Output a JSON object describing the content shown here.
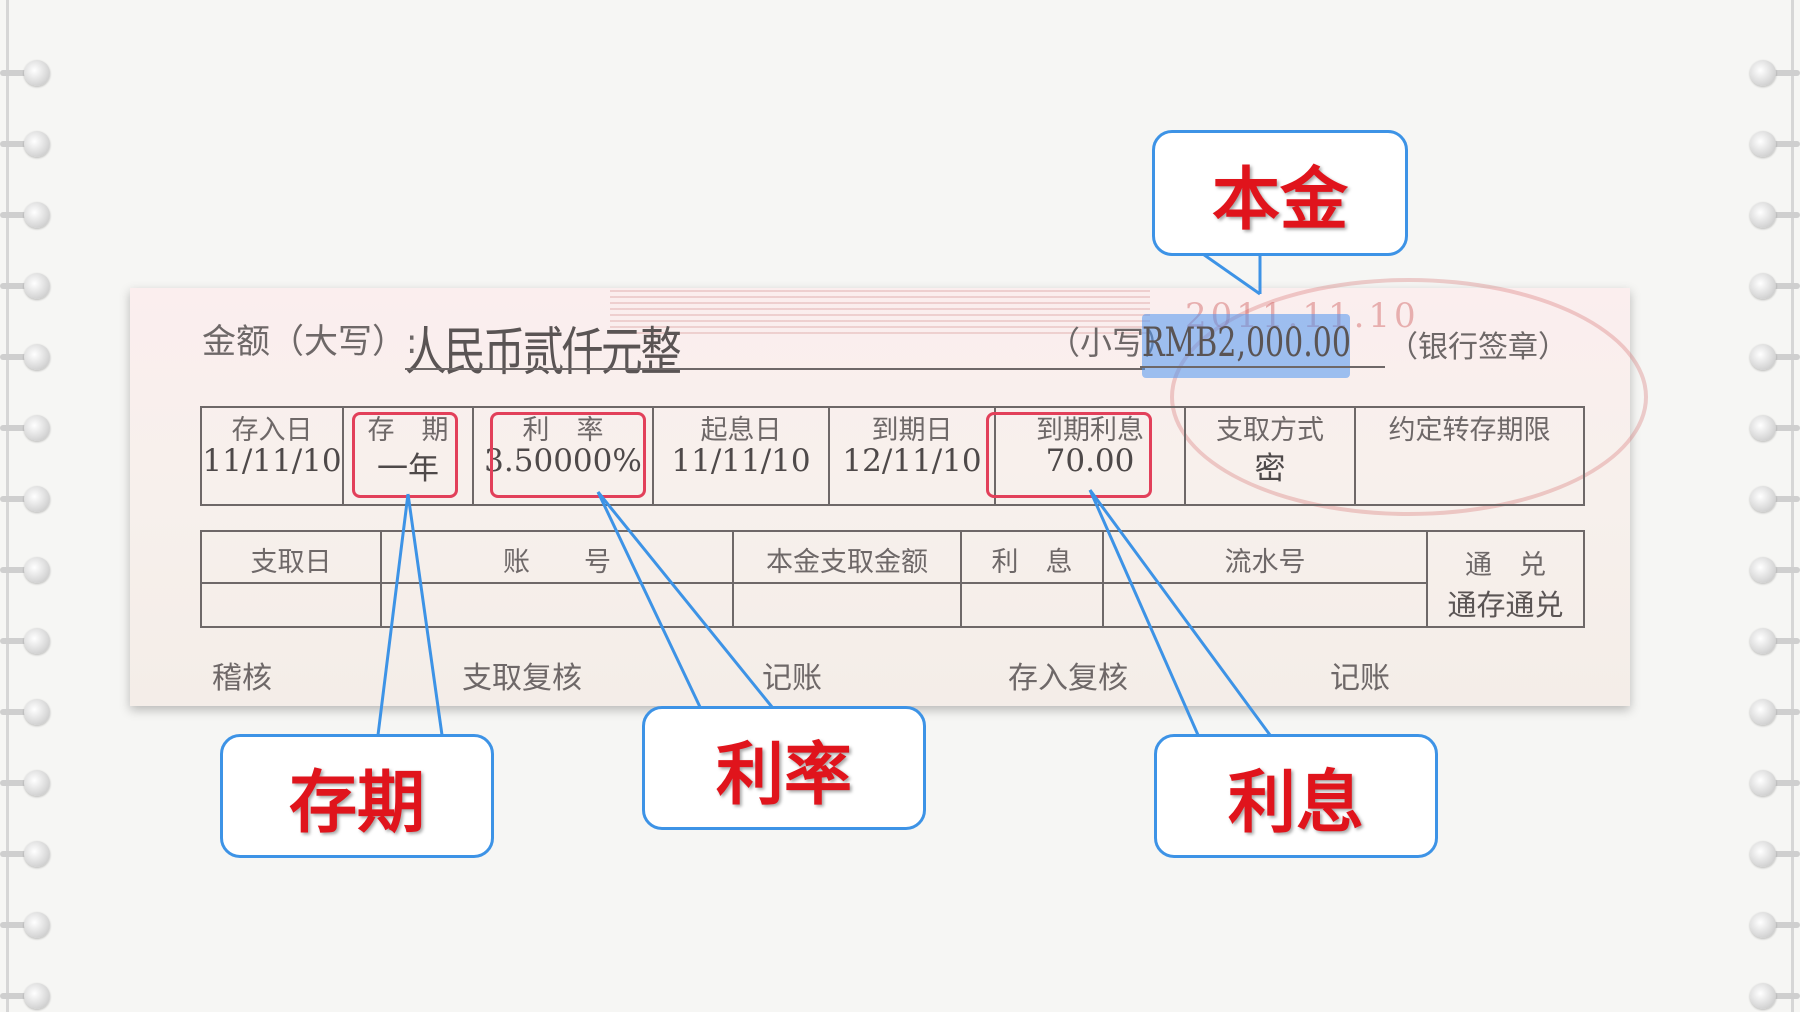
{
  "slip": {
    "amount_label": "金额（大写）:",
    "amount_words": "人民币贰仟元整",
    "small_label": "（小写）",
    "small_amount": "RMB2,000.00",
    "bank_stamp_label": "（银行签章）",
    "stamp_text": "2011.11.10",
    "table1": {
      "headers": [
        "存入日",
        "存　期",
        "利　率",
        "起息日",
        "到期日",
        "到期利息",
        "支取方式",
        "约定转存期限"
      ],
      "values": [
        "11/11/10",
        "一年",
        "3.50000%",
        "11/11/10",
        "12/11/10",
        "70.00",
        "密",
        ""
      ]
    },
    "table2": {
      "headers": [
        "支取日",
        "账　　号",
        "本金支取金额",
        "利　息",
        "流水号",
        "通　兑"
      ],
      "last_sub": "通存通兑"
    },
    "footer": [
      "稽核",
      "支取复核",
      "记账",
      "存入复核",
      "记账"
    ]
  },
  "callouts": {
    "principal": "本金",
    "term": "存期",
    "rate": "利率",
    "interest": "利息"
  },
  "colors": {
    "callout_border": "#3d93e6",
    "callout_text": "#e0141c",
    "highlight_box": "#e2405a",
    "amount_highlight": "#5096f0"
  }
}
